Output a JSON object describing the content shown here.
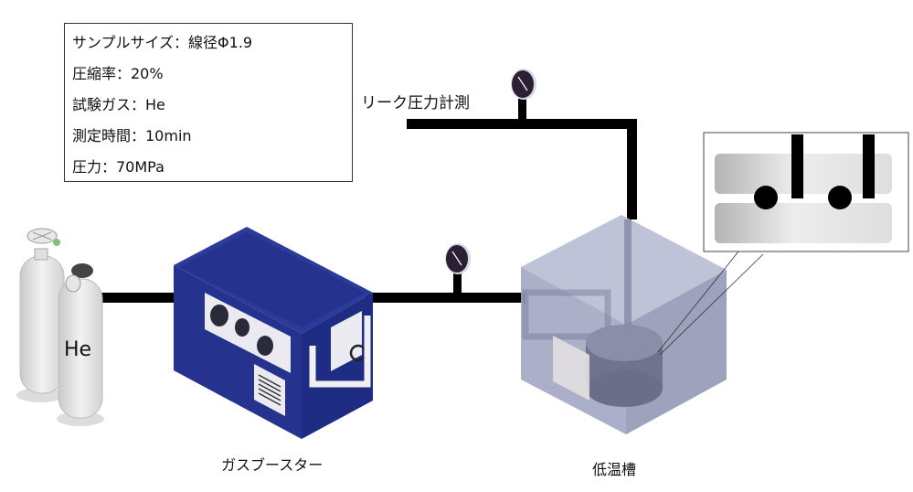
{
  "spec_box": {
    "lines": [
      "サンプルサイズ：線径Φ1.9",
      "圧縮率：20%",
      "試験ガス：He",
      "測定時間：10min",
      "圧力：70MPa"
    ]
  },
  "labels": {
    "leak_measurement": "リーク圧力計測",
    "gas_cylinder": "He",
    "gas_booster": "ガスブースター",
    "cryostat": "低温槽"
  },
  "colors": {
    "pipe": "#000000",
    "booster_blue": "#25338f",
    "cryostat_glass": "#a8acc8"
  }
}
